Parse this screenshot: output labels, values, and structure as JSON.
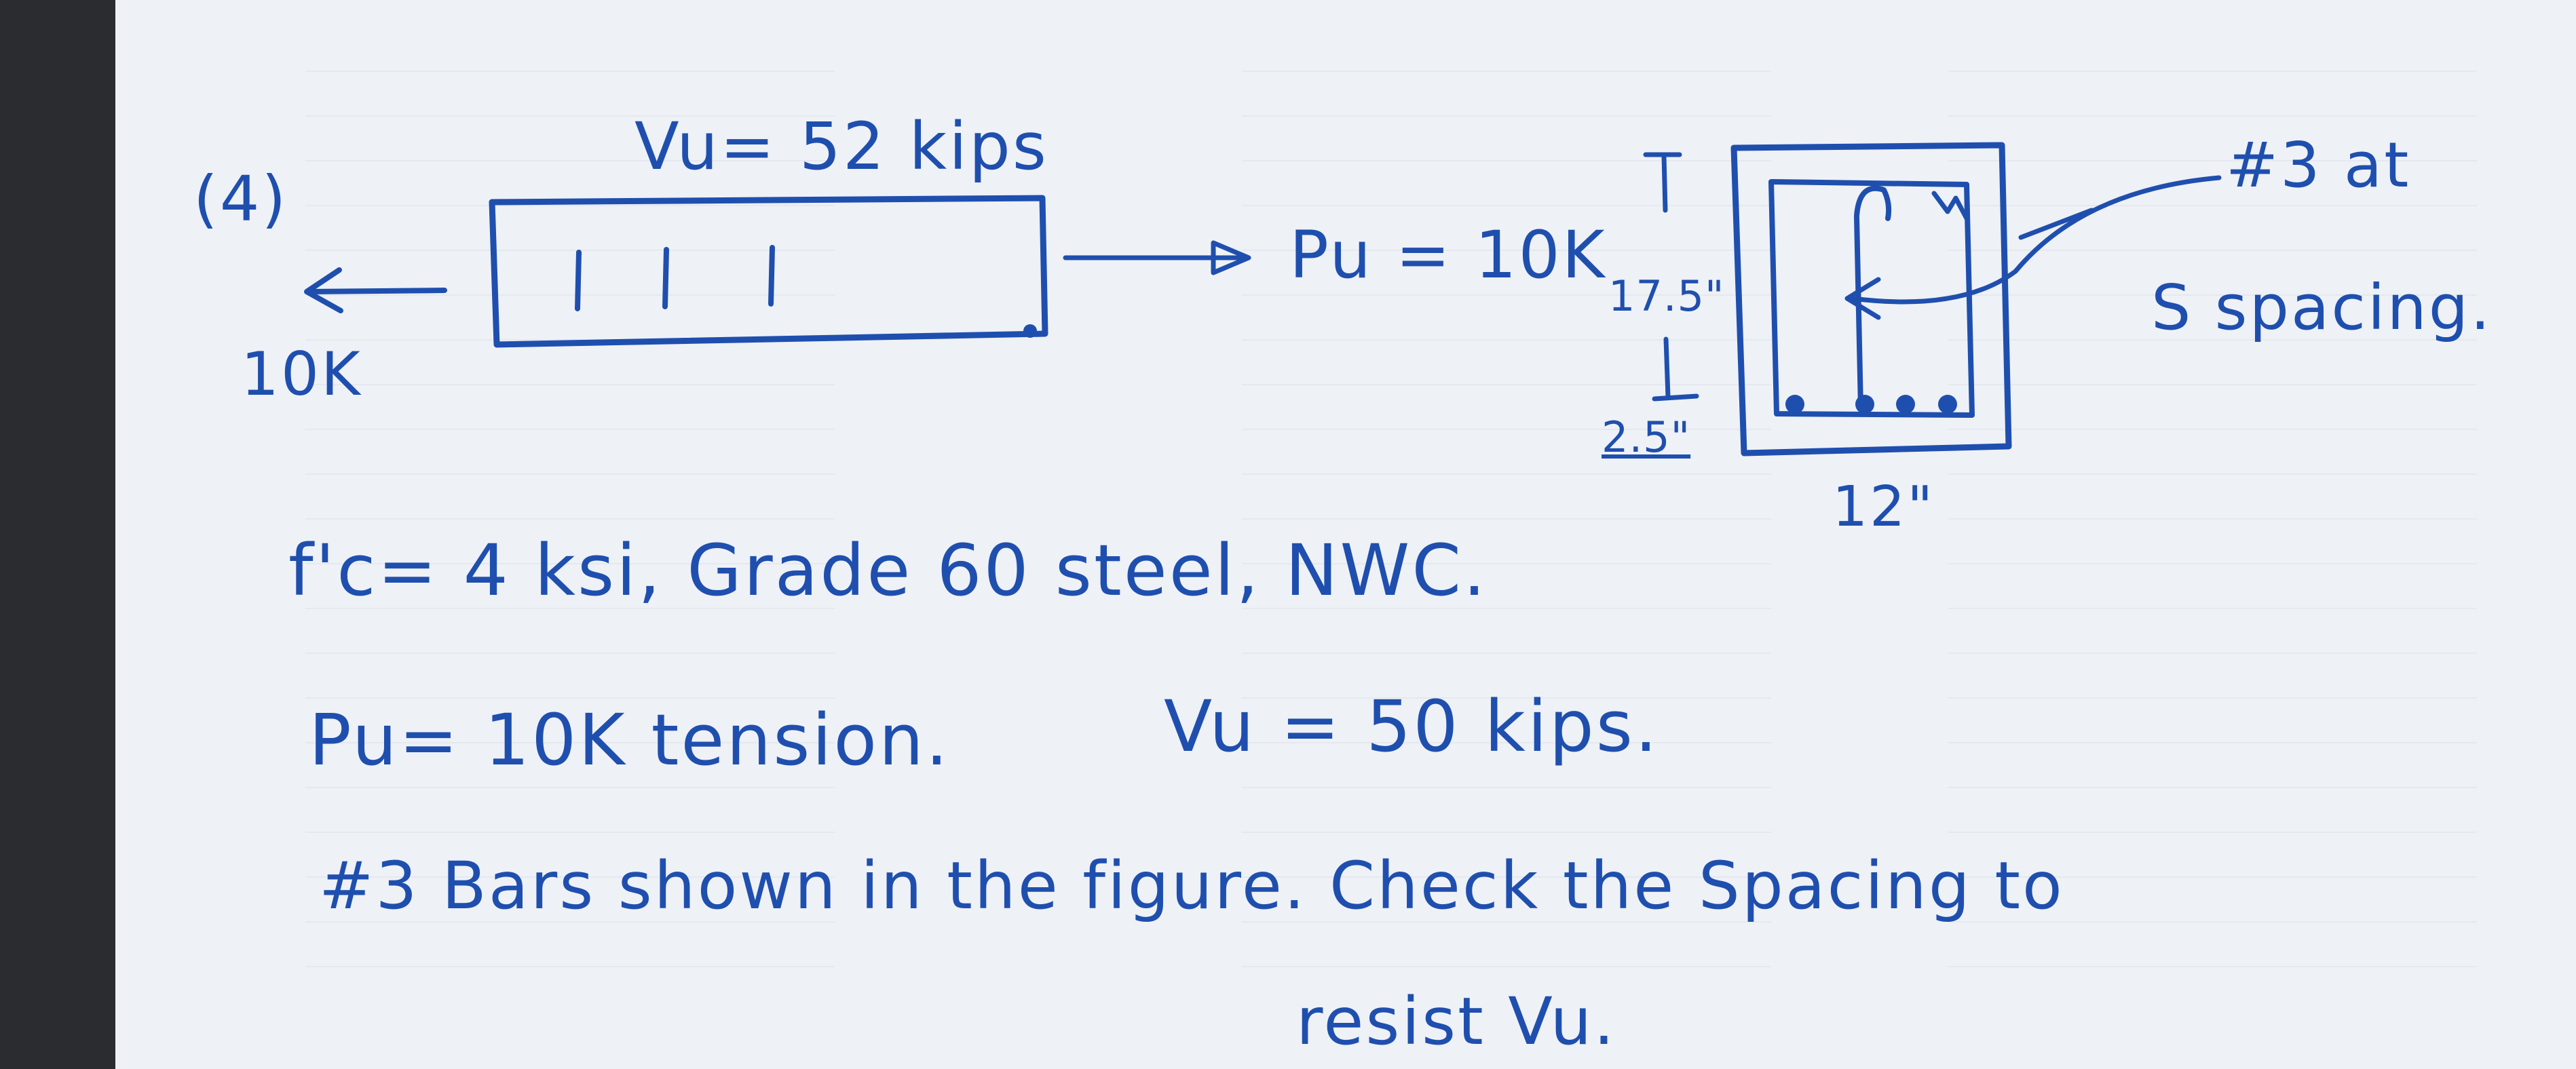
{
  "problem": {
    "number": "(4)",
    "shear_load": "Vu= 52 kips",
    "left_force": "10K",
    "right_force": "Pu = 10K"
  },
  "section": {
    "depth": "17.5\"",
    "cover": "2.5\"",
    "width": "12\"",
    "stirrup_note_line1": "#3 at",
    "stirrup_note_line2": "S spacing."
  },
  "statement": {
    "line1": "f'c= 4 ksi, Grade 60 steel, NWC.",
    "line2_a": "Pu= 10K tension.",
    "line2_b": "Vu = 50 kips.",
    "line3": "#3 Bars shown in the figure. Check the Spacing to",
    "line4": "resist Vu."
  },
  "ink_color": "#1f4fae"
}
